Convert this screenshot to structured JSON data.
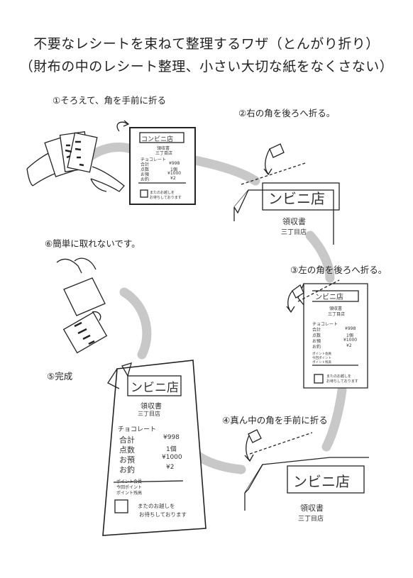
{
  "title": {
    "line1": "不要なレシートを束ねて整理するワザ（とんがり折り）",
    "line2": "（財布の中のレシート整理、小さい大切な紙をなくさない）"
  },
  "steps": [
    {
      "label": "①そろえて、角を手前に折る"
    },
    {
      "label": "②右の角を後ろへ折る。"
    },
    {
      "label": "③左の角を後ろへ折る。"
    },
    {
      "label": "④真ん中の角を手前に折る"
    },
    {
      "label": "⑤完成"
    },
    {
      "label": "⑥簡単に取れないです。"
    }
  ],
  "receipt": {
    "store": "コンビニ店",
    "store_cut": "ンビニ店",
    "doc": "領収書",
    "branch": "三丁目店",
    "items": [
      {
        "name": "チョコレート",
        "value": ""
      },
      {
        "name": "合計",
        "value": "¥998"
      },
      {
        "name": "点数",
        "value": "1個"
      },
      {
        "name": "お預",
        "value": "¥1000"
      },
      {
        "name": "お釣",
        "value": "¥2"
      }
    ],
    "points_1": "ポイント会員",
    "points_2": "今回ポイント",
    "points_3": "ポイント残高",
    "footer_1": "またのお越しを",
    "footer_2": "お待ちしております"
  }
}
